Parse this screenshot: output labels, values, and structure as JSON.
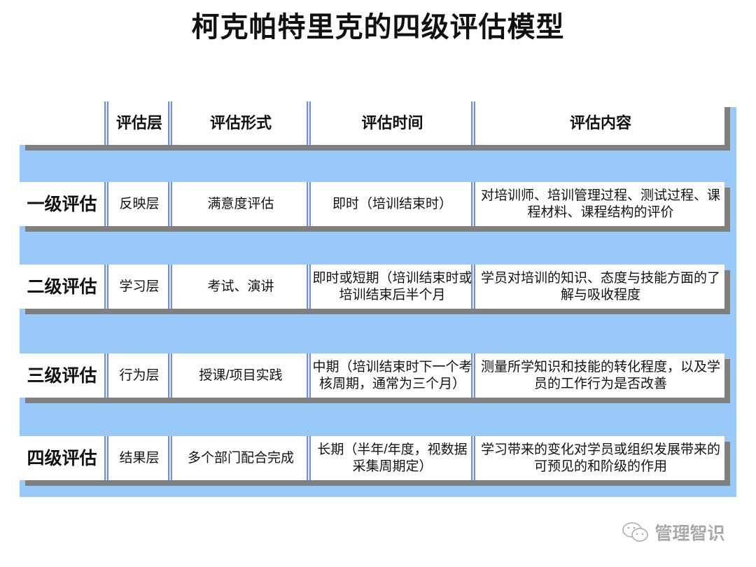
{
  "title": "柯克帕特里克的四级评估模型",
  "headers": [
    "评估层",
    "评估形式",
    "评估时间",
    "评估内容"
  ],
  "rows": [
    {
      "level": "一级评估",
      "layer": "反映层",
      "form": "满意度评估",
      "time": "即时（培训结束时）",
      "content": "对培训师、培训管理过程、测试过程、课程材料、课程结构的评价"
    },
    {
      "level": "二级评估",
      "layer": "学习层",
      "form": "考试、演讲",
      "time": "即时或短期（培训结束时或培训结束后半个月",
      "content": "学员对培训的知识、态度与技能方面的了解与吸收程度"
    },
    {
      "level": "三级评估",
      "layer": "行为层",
      "form": "授课/项目实践",
      "time": "中期（培训结束时下一个考核周期，通常为三个月）",
      "content": "测量所学知识和技能的转化程度，以及学员的工作行为是否改善"
    },
    {
      "level": "四级评估",
      "layer": "结果层",
      "form": "多个部门配合完成",
      "time": "长期（半年/年度，视数据采集周期定）",
      "content": "学习带来的变化对学员或组织发展带来的可预见的和阶级的作用"
    }
  ],
  "watermark": "管理智识",
  "colors": {
    "band": "#99c9f8",
    "shadow": "#7f7f7f",
    "separator": "#6f8fd8"
  }
}
